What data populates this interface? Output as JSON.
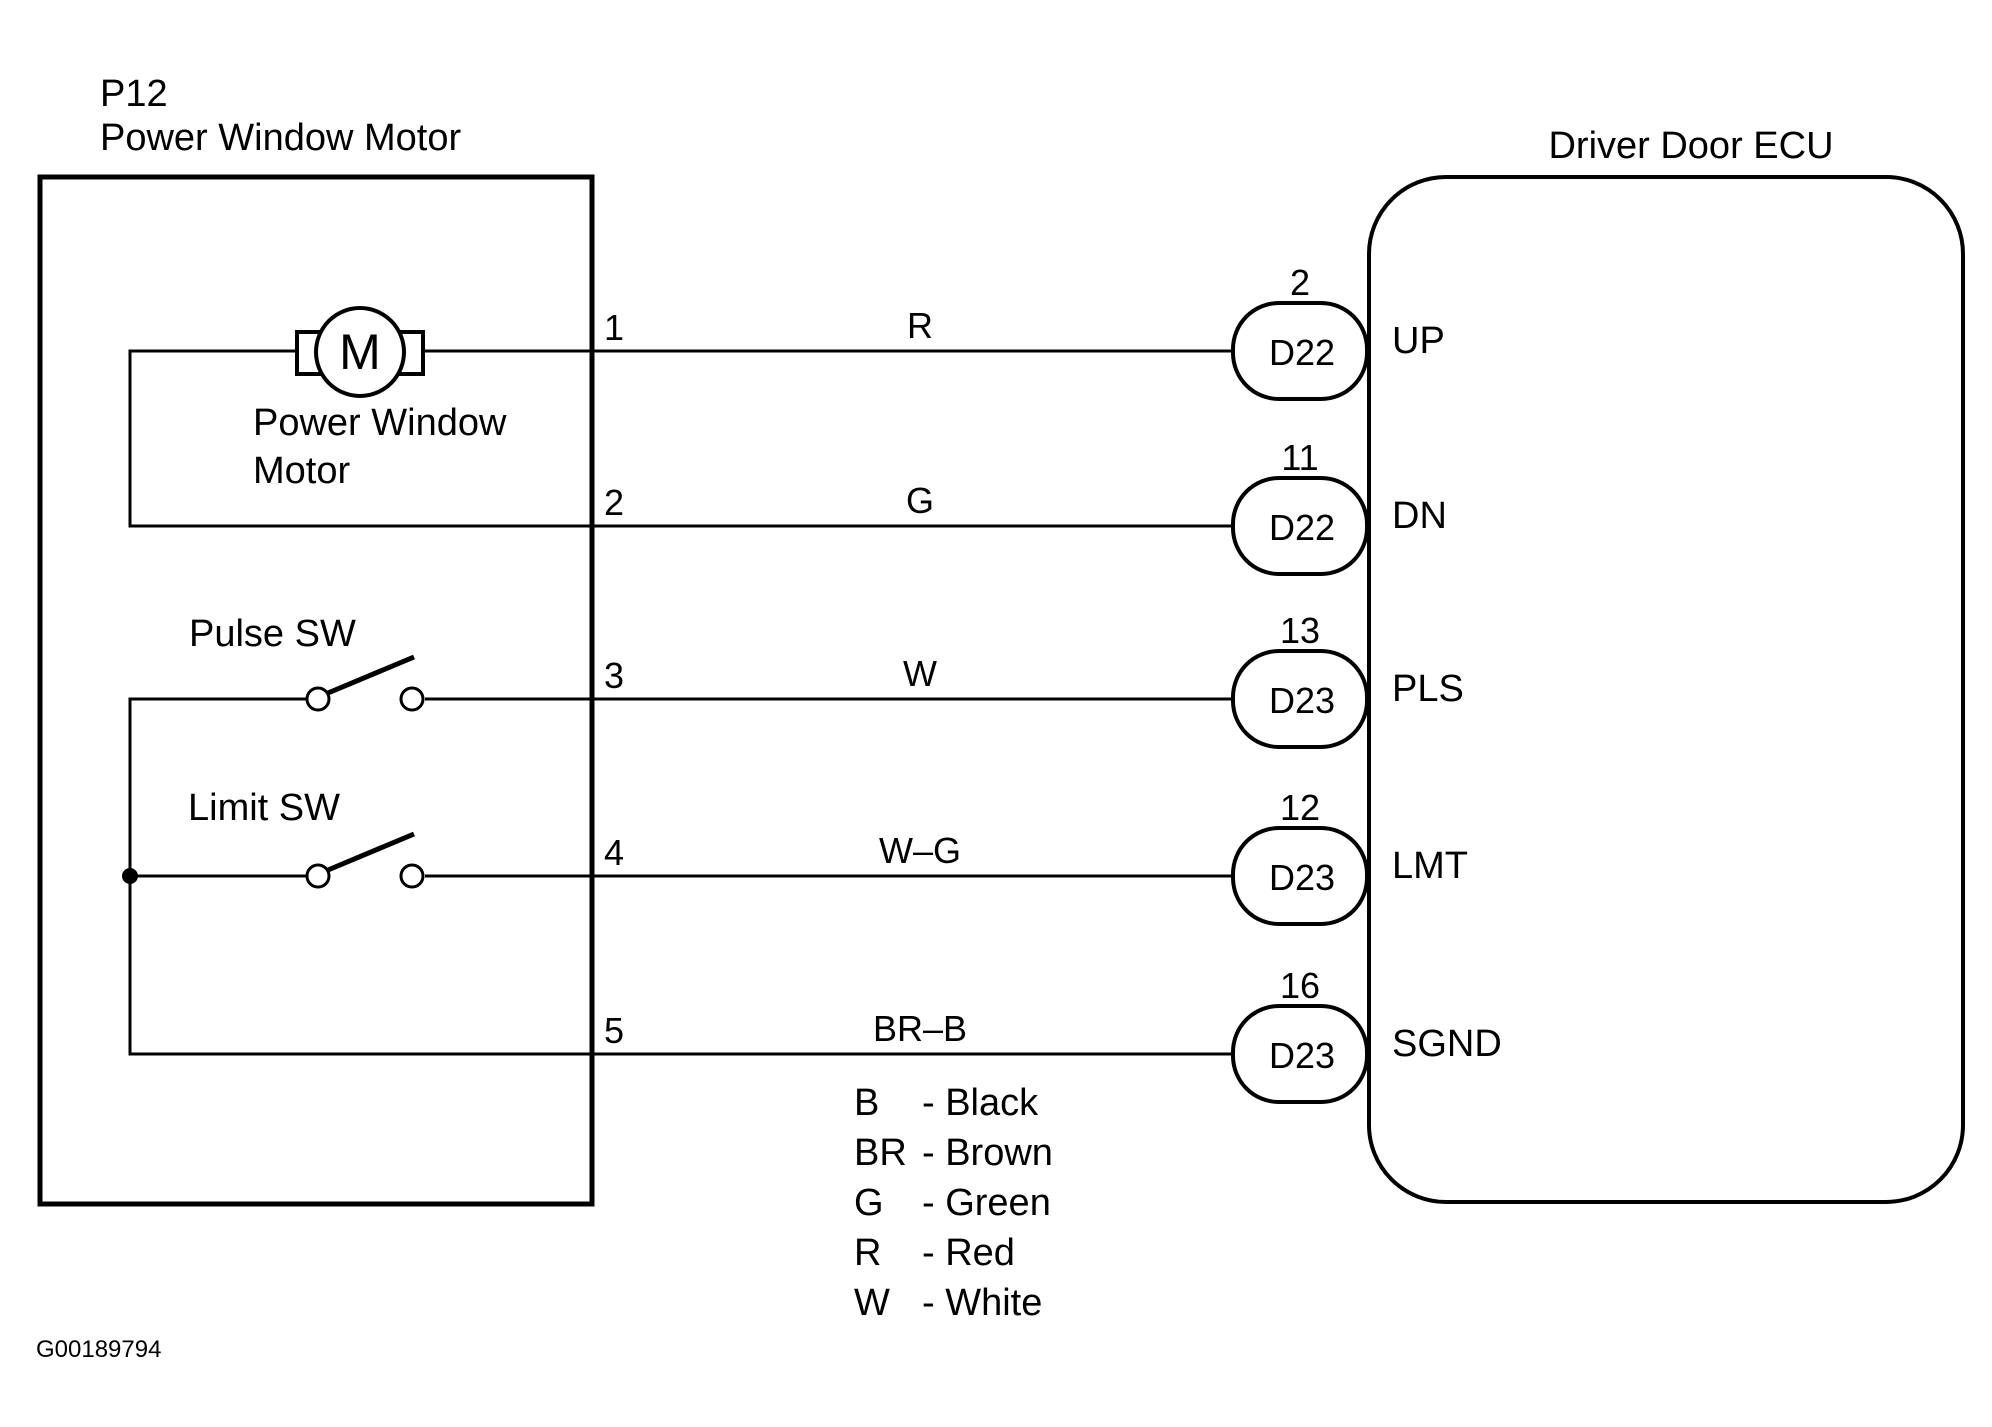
{
  "motor_component": {
    "connector_id": "P12",
    "title": "Power Window Motor",
    "motor_symbol_letter": "M",
    "motor_label_line1": "Power Window",
    "motor_label_line2": "Motor",
    "pulse_switch_label": "Pulse SW",
    "limit_switch_label": "Limit SW"
  },
  "ecu": {
    "title": "Driver Door ECU"
  },
  "wires": [
    {
      "motor_pin": "1",
      "color_code": "R",
      "ecu_pin": "2",
      "ecu_connector": "D22",
      "terminal": "UP"
    },
    {
      "motor_pin": "2",
      "color_code": "G",
      "ecu_pin": "11",
      "ecu_connector": "D22",
      "terminal": "DN"
    },
    {
      "motor_pin": "3",
      "color_code": "W",
      "ecu_pin": "13",
      "ecu_connector": "D23",
      "terminal": "PLS"
    },
    {
      "motor_pin": "4",
      "color_code": "W–G",
      "ecu_pin": "12",
      "ecu_connector": "D23",
      "terminal": "LMT"
    },
    {
      "motor_pin": "5",
      "color_code": "BR–B",
      "ecu_pin": "16",
      "ecu_connector": "D23",
      "terminal": "SGND"
    }
  ],
  "legend": [
    {
      "code": "B",
      "name": "- Black"
    },
    {
      "code": "BR",
      "name": "- Brown"
    },
    {
      "code": "G",
      "name": "- Green"
    },
    {
      "code": "R",
      "name": "- Red"
    },
    {
      "code": "W",
      "name": "- White"
    }
  ],
  "figure_id": "G00189794"
}
